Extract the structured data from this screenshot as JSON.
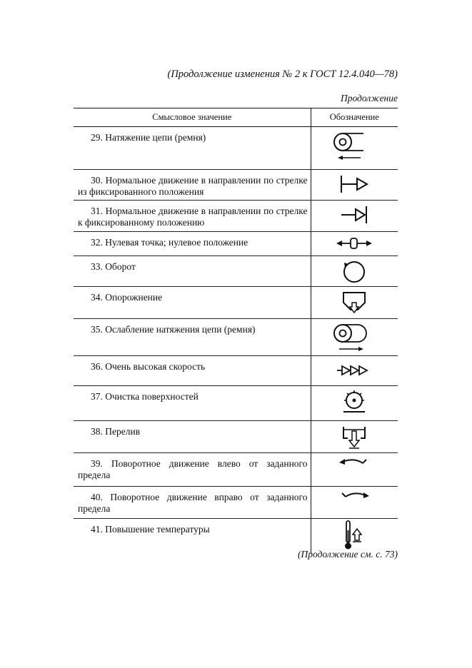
{
  "header": "(Продолжение изменения № 2 к ГОСТ 12.4.040—78)",
  "subheader": "Продолжение",
  "table": {
    "col_meaning": "Смысловое значение",
    "col_symbol": "Обозначение",
    "rows": [
      {
        "text": "29. Натяжение цепи (ремня)",
        "icon": "chain-tension-icon"
      },
      {
        "text": "30. Нормальное движение в направлении по стрелке из фиксированного положения",
        "icon": "motion-from-fixed-position-icon"
      },
      {
        "text": "31. Нормальное движение в направлении по стрелке к фиксированному положению",
        "icon": "motion-to-fixed-position-icon"
      },
      {
        "text": "32. Нулевая точка; нулевое положение",
        "icon": "zero-point-icon"
      },
      {
        "text": "33. Оборот",
        "icon": "revolution-icon"
      },
      {
        "text": "34. Опорожнение",
        "icon": "emptying-icon"
      },
      {
        "text": "35. Ослабление натяжения цепи (ремня)",
        "icon": "chain-slack-icon"
      },
      {
        "text": "36. Очень высокая скорость",
        "icon": "very-high-speed-icon"
      },
      {
        "text": "37. Очистка поверхностей",
        "icon": "surface-cleaning-icon"
      },
      {
        "text": "38. Перелив",
        "icon": "overflow-icon"
      },
      {
        "text": "39. Поворотное движение влево от заданного предела",
        "icon": "rotation-left-limit-icon"
      },
      {
        "text": "40. Поворотное движение вправо от заданного предела",
        "icon": "rotation-right-limit-icon"
      },
      {
        "text": "41. Повышение температуры",
        "icon": "temperature-rise-icon"
      }
    ]
  },
  "footer": "(Продолжение см. с. 73)"
}
